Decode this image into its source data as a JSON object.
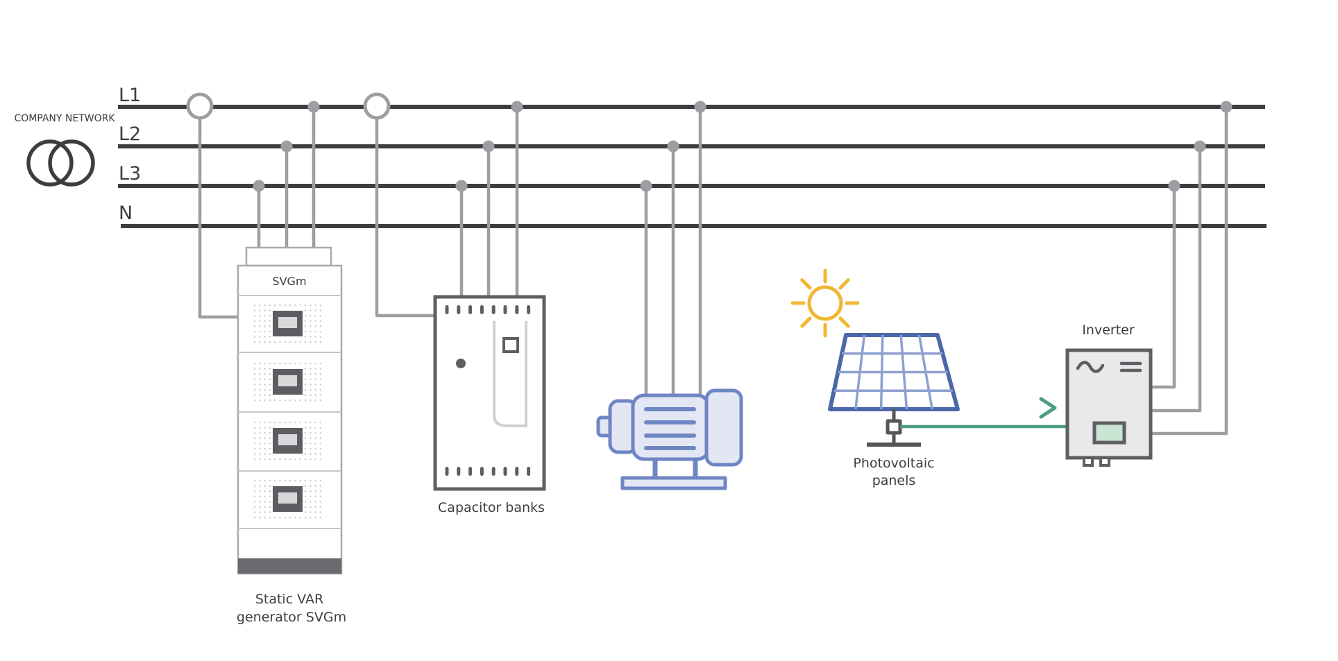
{
  "source_label": "COMPANY NETWORK",
  "buses": {
    "l1": "L1",
    "l2": "L2",
    "l3": "L3",
    "n": "N"
  },
  "devices": {
    "svg_cabinet": {
      "header": "SVGm",
      "caption_line1": "Static VAR",
      "caption_line2": "generator SVGm"
    },
    "capacitor_bank": {
      "caption": "Capacitor banks"
    },
    "pv_panels": {
      "caption_line1": "Photovoltaic",
      "caption_line2": "panels"
    },
    "inverter": {
      "caption": "Inverter"
    }
  },
  "colors": {
    "bus": "#3d3d40",
    "wire": "#9d9ea2",
    "motor": "#6f86c4",
    "motor_fill": "#e3e7f4",
    "panel": "#4d68a8",
    "sun": "#f0b733",
    "dc_link": "#4c9e7e"
  }
}
